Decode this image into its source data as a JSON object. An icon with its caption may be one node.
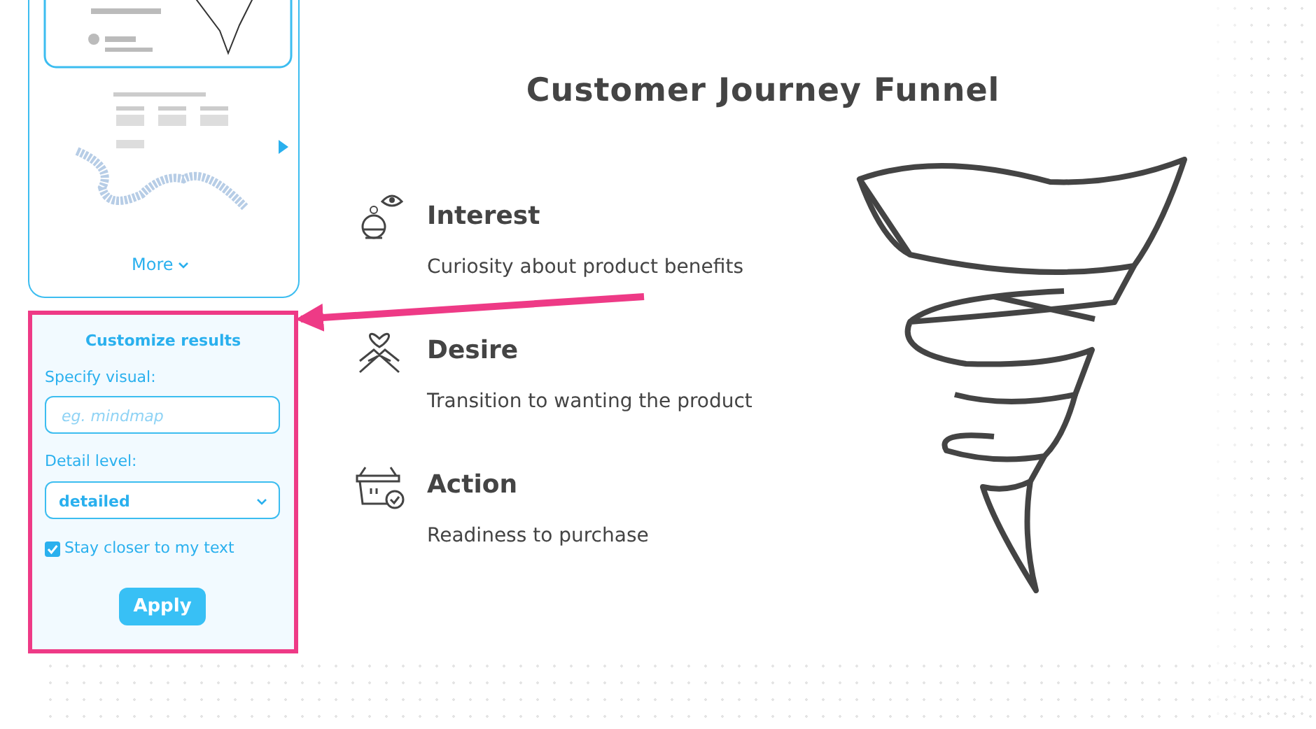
{
  "diagram": {
    "title": "Customer Journey Funnel",
    "nodes": [
      {
        "text": [
          "More"
        ]
      },
      {
        "text": [
          "Customize results",
          "Specify visual:",
          "eg. mindmap",
          "Detail level:",
          "detailed",
          "Stay closer to my text",
          "Apply"
        ]
      }
    ],
    "edges": [
      {
        "from": null,
        "to": 1,
        "arrow": "to",
        "color": "#ee3a86"
      }
    ],
    "labels": [
      "Interest",
      "Curiosity about product benefits",
      "Desire",
      "Transition to wanting the product",
      "Action",
      "Readiness to purchase"
    ]
  }
}
